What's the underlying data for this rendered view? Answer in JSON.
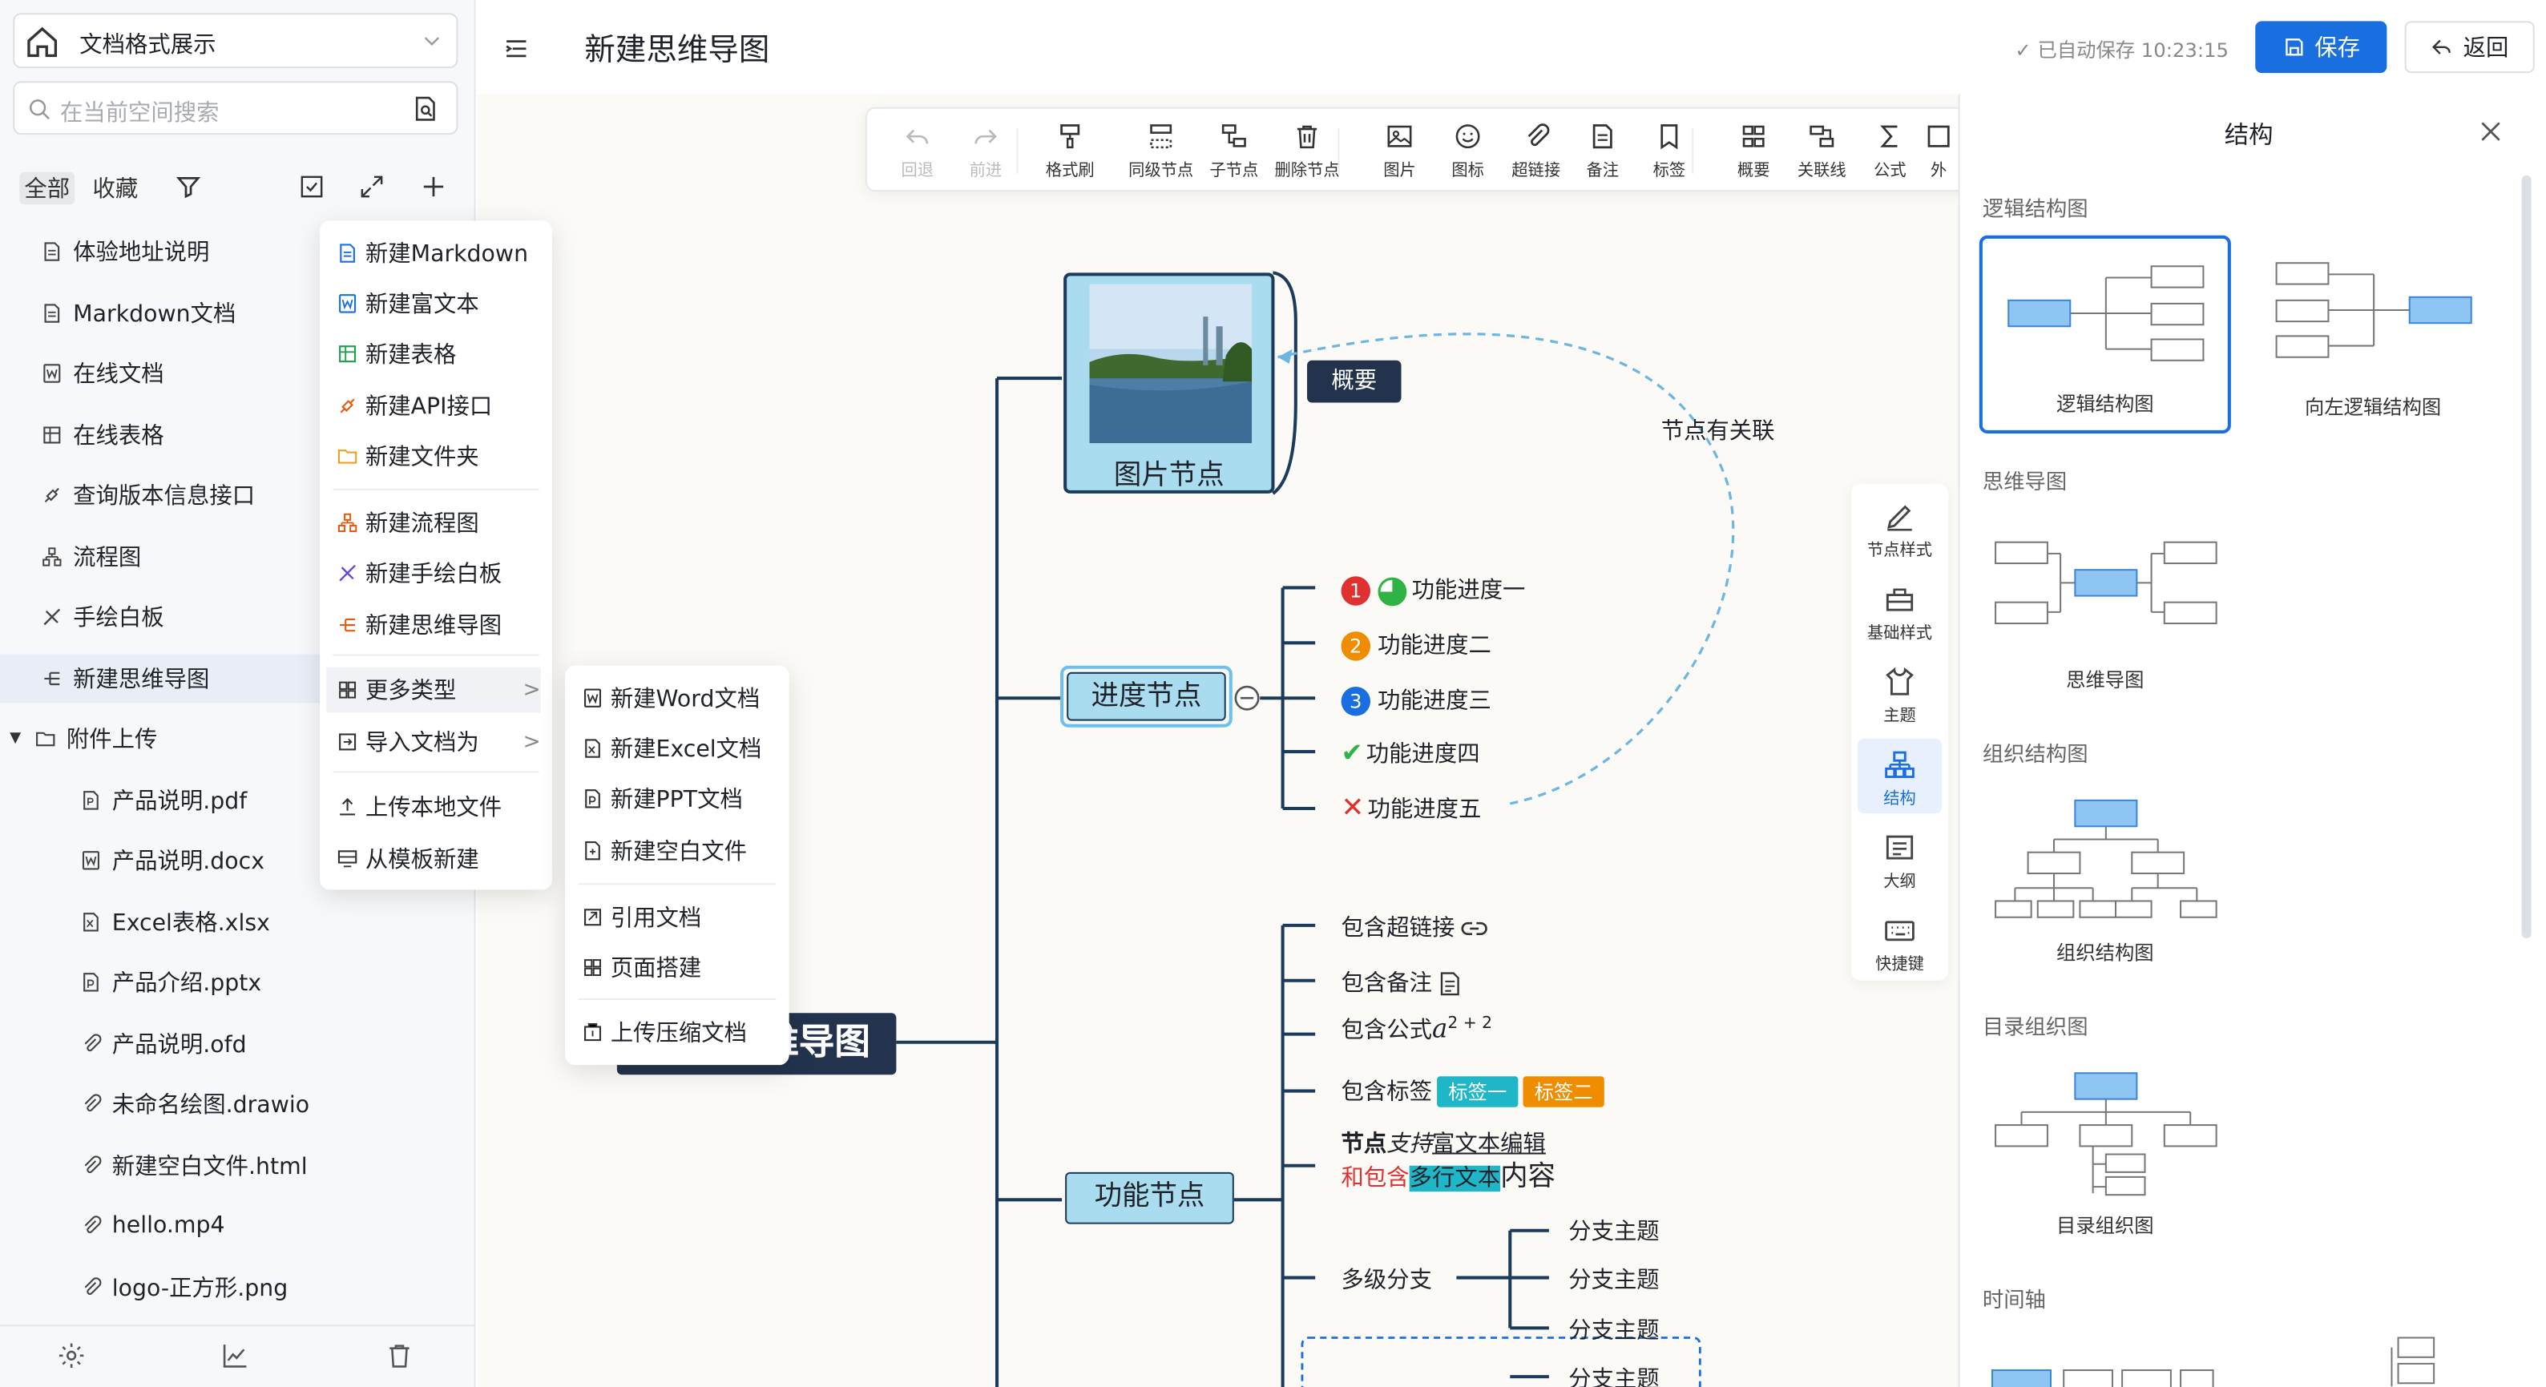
{
  "sidebar": {
    "space_label": "文档格式展示",
    "search_placeholder": "在当前空间搜索",
    "tab_all": "全部",
    "tab_fav": "收藏",
    "items": [
      {
        "label": "体验地址说明",
        "icon": "markdown-doc-icon",
        "indent": 0
      },
      {
        "label": "Markdown文档",
        "icon": "markdown-doc-icon",
        "indent": 0
      },
      {
        "label": "在线文档",
        "icon": "word-doc-icon",
        "indent": 0
      },
      {
        "label": "在线表格",
        "icon": "sheet-icon",
        "indent": 0
      },
      {
        "label": "查询版本信息接口",
        "icon": "api-icon",
        "indent": 0
      },
      {
        "label": "流程图",
        "icon": "flow-icon",
        "indent": 0
      },
      {
        "label": "手绘白板",
        "icon": "whiteboard-icon",
        "indent": 0
      },
      {
        "label": "新建思维导图",
        "icon": "mindmap-icon",
        "indent": 0
      },
      {
        "label": "附件上传",
        "icon": "folder-open-icon",
        "indent": 0
      },
      {
        "label": "产品说明.pdf",
        "icon": "pdf-icon",
        "indent": 1
      },
      {
        "label": "产品说明.docx",
        "icon": "word-doc-icon",
        "indent": 1
      },
      {
        "label": "Excel表格.xlsx",
        "icon": "excel-icon",
        "indent": 1
      },
      {
        "label": "产品介绍.pptx",
        "icon": "ppt-icon",
        "indent": 1
      },
      {
        "label": "产品说明.ofd",
        "icon": "attachment-icon",
        "indent": 1
      },
      {
        "label": "未命名绘图.drawio",
        "icon": "attachment-icon",
        "indent": 1
      },
      {
        "label": "新建空白文件.html",
        "icon": "attachment-icon",
        "indent": 1
      },
      {
        "label": "hello.mp4",
        "icon": "attachment-icon",
        "indent": 1
      },
      {
        "label": "logo-正方形.png",
        "icon": "attachment-icon",
        "indent": 1
      }
    ]
  },
  "header": {
    "title": "新建思维导图",
    "autosave": "已自动保存 10:23:15",
    "save": "保存",
    "back": "返回"
  },
  "toolbar": [
    {
      "label": "回退",
      "icon": "undo-icon",
      "disabled": true
    },
    {
      "label": "前进",
      "icon": "redo-icon",
      "disabled": true
    },
    {
      "label": "格式刷",
      "icon": "format-brush-icon"
    },
    {
      "label": "同级节点",
      "icon": "sibling-node-icon"
    },
    {
      "label": "子节点",
      "icon": "child-node-icon"
    },
    {
      "label": "删除节点",
      "icon": "delete-node-icon"
    },
    {
      "label": "图片",
      "icon": "image-icon"
    },
    {
      "label": "图标",
      "icon": "emoji-icon"
    },
    {
      "label": "超链接",
      "icon": "link-icon"
    },
    {
      "label": "备注",
      "icon": "note-icon"
    },
    {
      "label": "标签",
      "icon": "tag-icon"
    },
    {
      "label": "概要",
      "icon": "summary-icon"
    },
    {
      "label": "关联线",
      "icon": "relation-line-icon"
    },
    {
      "label": "公式",
      "icon": "formula-icon"
    },
    {
      "label": "外",
      "icon": "outer-icon"
    }
  ],
  "sidetools": [
    {
      "label": "节点样式",
      "icon": "node-style-icon"
    },
    {
      "label": "基础样式",
      "icon": "base-style-icon"
    },
    {
      "label": "主题",
      "icon": "theme-icon"
    },
    {
      "label": "结构",
      "icon": "structure-icon",
      "active": true
    },
    {
      "label": "大纲",
      "icon": "outline-icon"
    },
    {
      "label": "快捷键",
      "icon": "keyboard-icon"
    }
  ],
  "panel": {
    "title": "结构",
    "sections": {
      "logic": "逻辑结构图",
      "mind": "思维导图",
      "org": "组织结构图",
      "catalog": "目录组织图",
      "timeline": "时间轴"
    },
    "cards": {
      "logic": "逻辑结构图",
      "logic_left": "向左逻辑结构图",
      "mind": "思维导图",
      "org": "组织结构图",
      "catalog": "目录组织图"
    }
  },
  "menu_new": {
    "items": [
      {
        "label": "新建Markdown",
        "icon": "markdown-doc-icon"
      },
      {
        "label": "新建富文本",
        "icon": "word-doc-icon"
      },
      {
        "label": "新建表格",
        "icon": "sheet-icon"
      },
      {
        "label": "新建API接口",
        "icon": "api-icon"
      },
      {
        "label": "新建文件夹",
        "icon": "folder-icon"
      },
      {
        "label": "新建流程图",
        "icon": "flow-icon"
      },
      {
        "label": "新建手绘白板",
        "icon": "whiteboard-icon"
      },
      {
        "label": "新建思维导图",
        "icon": "mindmap-icon"
      },
      {
        "label": "更多类型",
        "icon": "grid-icon",
        "sub": true
      },
      {
        "label": "导入文档为",
        "icon": "import-icon",
        "sub": true
      },
      {
        "label": "上传本地文件",
        "icon": "upload-icon"
      },
      {
        "label": "从模板新建",
        "icon": "template-icon"
      }
    ]
  },
  "menu_more": {
    "items": [
      {
        "label": "新建Word文档",
        "icon": "word-doc-icon"
      },
      {
        "label": "新建Excel文档",
        "icon": "excel-icon"
      },
      {
        "label": "新建PPT文档",
        "icon": "ppt-icon"
      },
      {
        "label": "新建空白文件",
        "icon": "blank-file-icon"
      },
      {
        "label": "引用文档",
        "icon": "quote-doc-icon"
      },
      {
        "label": "页面搭建",
        "icon": "grid-icon"
      },
      {
        "label": "上传压缩文档",
        "icon": "zip-icon"
      }
    ]
  },
  "mindmap": {
    "root": "新建思维导图",
    "root_visible": "维导图",
    "image_node": "图片节点",
    "summary": "概要",
    "relation_label": "节点有关联",
    "progress_node": "进度节点",
    "progress_items": [
      {
        "label": "功能进度一",
        "badge": "1",
        "badge_color": "#e03131"
      },
      {
        "label": "功能进度二",
        "badge": "2",
        "badge_color": "#f08c00"
      },
      {
        "label": "功能进度三",
        "badge": "3",
        "badge_color": "#1a6fe0"
      },
      {
        "label": "功能进度四",
        "badge": "check"
      },
      {
        "label": "功能进度五",
        "badge": "cross"
      }
    ],
    "function_node": "功能节点",
    "link_item": "包含超链接",
    "note_item": "包含备注",
    "formula_item": "包含公式",
    "formula_var": "a",
    "formula_exp": "2 + 2",
    "tag_item": "包含标签",
    "tags": [
      {
        "label": "标签一",
        "color": "#1fb6c8"
      },
      {
        "label": "标签二",
        "color": "#f08c00"
      }
    ],
    "rich_line1_bold": "节点",
    "rich_line1_italic": "支持",
    "rich_line1_underline": "富文本编辑",
    "rich_line2_red": "和包含",
    "rich_line2_hl": "多行文本",
    "rich_line2_big": "内容",
    "multi_branch": "多级分支",
    "branch_topics": [
      "分支主题",
      "分支主题",
      "分支主题",
      "分支主题"
    ]
  },
  "colors": {
    "accent": "#1a6fe0",
    "node_fill": "#a9dcef",
    "node_border": "#1b3a5c",
    "root_fill": "#23334d"
  }
}
